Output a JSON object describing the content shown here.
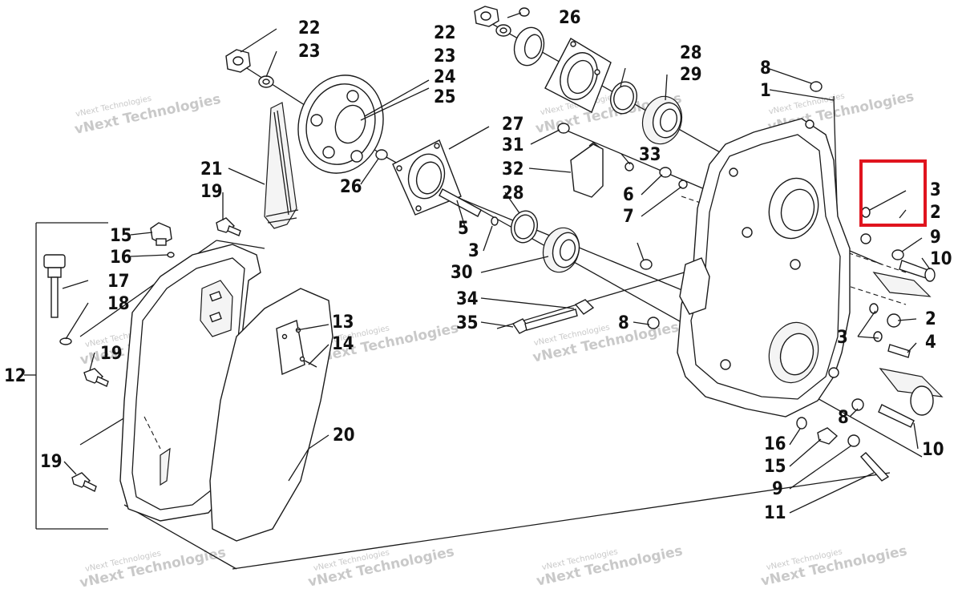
{
  "labels": [
    "22",
    "23",
    "26",
    "22",
    "23",
    "24",
    "25",
    "28",
    "29",
    "8",
    "1",
    "27",
    "31",
    "33",
    "32",
    "6",
    "7",
    "21",
    "19",
    "26",
    "28",
    "5",
    "3",
    "30",
    "3",
    "2",
    "9",
    "10",
    "15",
    "16",
    "17",
    "18",
    "34",
    "35",
    "8",
    "2",
    "3",
    "4",
    "13",
    "14",
    "19",
    "12",
    "8",
    "10",
    "16",
    "15",
    "9",
    "11",
    "19",
    "20"
  ],
  "watermarks": {
    "small": "vNext Technologies",
    "large": "vNext Technologies"
  },
  "highlight": {
    "color": "#e0141e",
    "label_ids": [
      "3",
      "2"
    ]
  }
}
